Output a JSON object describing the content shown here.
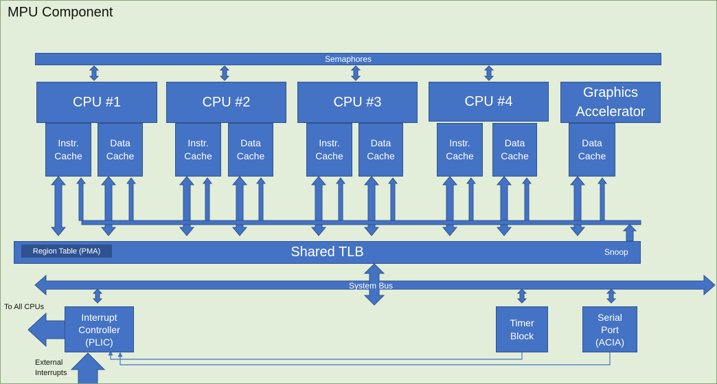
{
  "title": "MPU Component",
  "semaphores_label": "Semaphores",
  "cpus": [
    {
      "name": "CPU #1",
      "instr_cache": "Instr.\nCache",
      "data_cache": "Data\nCache"
    },
    {
      "name": "CPU #2",
      "instr_cache": "Instr.\nCache",
      "data_cache": "Data\nCache"
    },
    {
      "name": "CPU #3",
      "instr_cache": "Instr.\nCache",
      "data_cache": "Data\nCache"
    },
    {
      "name": "CPU #4",
      "instr_cache": "Instr.\nCache",
      "data_cache": "Data\nCache"
    }
  ],
  "graphics": {
    "name": "Graphics\nAccelerator",
    "data_cache": "Data\nCache"
  },
  "tlb": {
    "label": "Shared TLB",
    "region_table": "Region Table (PMA)",
    "snoop": "Snoop"
  },
  "system_bus_label": "System Bus",
  "peripherals": {
    "interrupt_controller": "Interrupt\nController\n(PLIC)",
    "timer": "Timer\nBlock",
    "serial": "Serial\nPort\n(ACIA)"
  },
  "external_labels": {
    "to_all_cpus": "To All CPUs",
    "external_interrupts": "External\nInterrupts"
  },
  "colors": {
    "block_fill": "#4472c4",
    "block_border": "#2f528f",
    "background": "#e2eed9"
  }
}
